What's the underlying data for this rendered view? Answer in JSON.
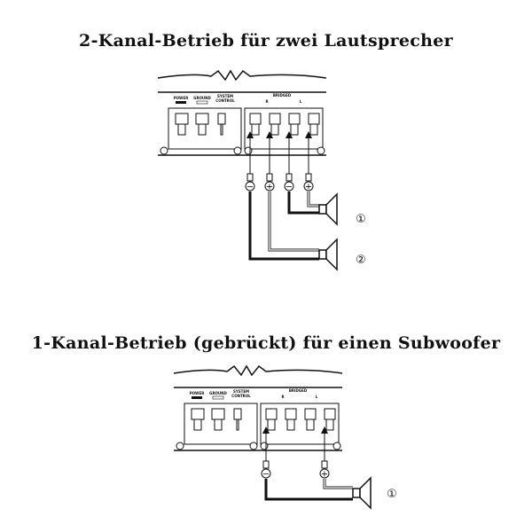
{
  "section1": {
    "title": "2-Kanal-Betrieb für zwei Lautsprecher",
    "polarity_labels": [
      "−",
      "+",
      "−",
      "+"
    ],
    "speaker_numbers": [
      "①",
      "②"
    ]
  },
  "section2": {
    "title": "1-Kanal-Betrieb (gebrückt) für einen Subwoofer",
    "polarity_labels": [
      "−",
      "+"
    ],
    "speaker_numbers": [
      "①"
    ]
  },
  "amp_labels": {
    "power": "POWER",
    "ground": "GROUND",
    "system": "SYSTEM",
    "control": "CONTROL",
    "bridged": "BRIDGED",
    "right": "R",
    "left": "L"
  }
}
